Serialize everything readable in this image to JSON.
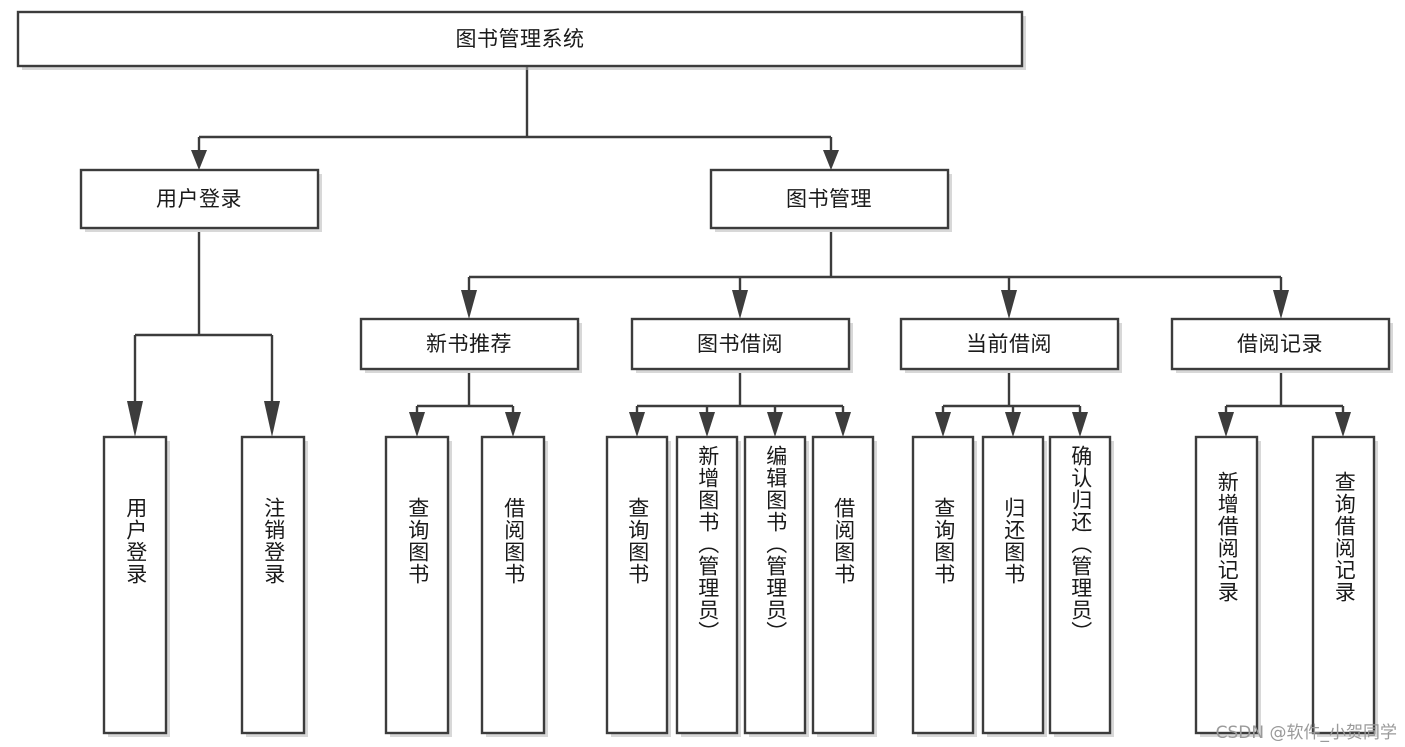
{
  "diagram": {
    "type": "tree",
    "title": "图书管理系统",
    "orientation": "top-down",
    "colors": {
      "box_stroke": "#3c3c3c",
      "box_fill": "#ffffff",
      "text": "#1a1a1a",
      "background": "#ffffff",
      "watermark": "#9a9a9a"
    },
    "root": {
      "label": "图书管理系统"
    },
    "level2": [
      {
        "label": "用户登录"
      },
      {
        "label": "图书管理"
      }
    ],
    "level3": [
      {
        "label": "新书推荐"
      },
      {
        "label": "图书借阅"
      },
      {
        "label": "当前借阅"
      },
      {
        "label": "借阅记录"
      }
    ],
    "leaves": {
      "user_login": [
        {
          "label": "用户登录"
        },
        {
          "label": "注销登录"
        }
      ],
      "new_book_recommend": [
        {
          "label": "查询图书"
        },
        {
          "label": "借阅图书"
        }
      ],
      "book_borrow": [
        {
          "label": "查询图书"
        },
        {
          "label": "新增图书（管理员）"
        },
        {
          "label": "编辑图书（管理员）"
        },
        {
          "label": "借阅图书"
        }
      ],
      "current_borrow": [
        {
          "label": "查询图书"
        },
        {
          "label": "归还图书"
        },
        {
          "label": "确认归还（管理员）"
        }
      ],
      "borrow_record": [
        {
          "label": "新增借阅记录"
        },
        {
          "label": "查询借阅记录"
        }
      ]
    }
  },
  "watermark": {
    "text": "CSDN @软件_小贺同学"
  }
}
